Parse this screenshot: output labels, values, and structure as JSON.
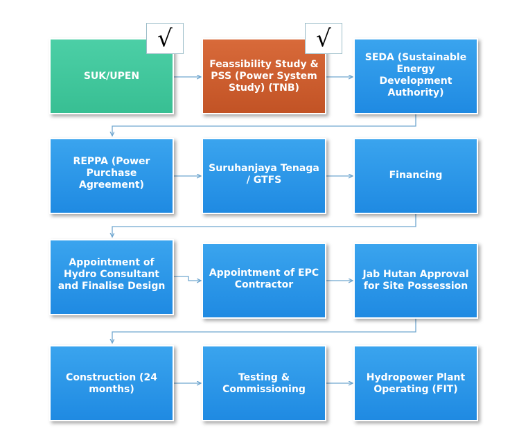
{
  "steps": {
    "suk_upen": "SUK/UPEN",
    "feasibility": "Feassibility Study & PSS (Power System Study) (TNB)",
    "seda": "SEDA (Sustainable Energy Development Authority)",
    "reppa": "REPPA (Power Purchase Agreement)",
    "suruhanjaya": "Suruhanjaya Tenaga / GTFS",
    "financing": "Financing",
    "hydro_consultant": "Appointment of Hydro Consultant and Finalise Design",
    "epc": "Appointment of EPC Contractor",
    "jab_hutan": "Jab Hutan Approval for Site Possession",
    "construction": "Construction (24 months)",
    "testing": "Testing & Commissioning",
    "hydropower": "Hydropower Plant Operating (FIT)"
  },
  "check_mark": "√",
  "colors": {
    "step_blue": "#1f8ae2",
    "step_green": "#38bf93",
    "step_orange": "#c25325",
    "connector": "#6fa6cf"
  }
}
